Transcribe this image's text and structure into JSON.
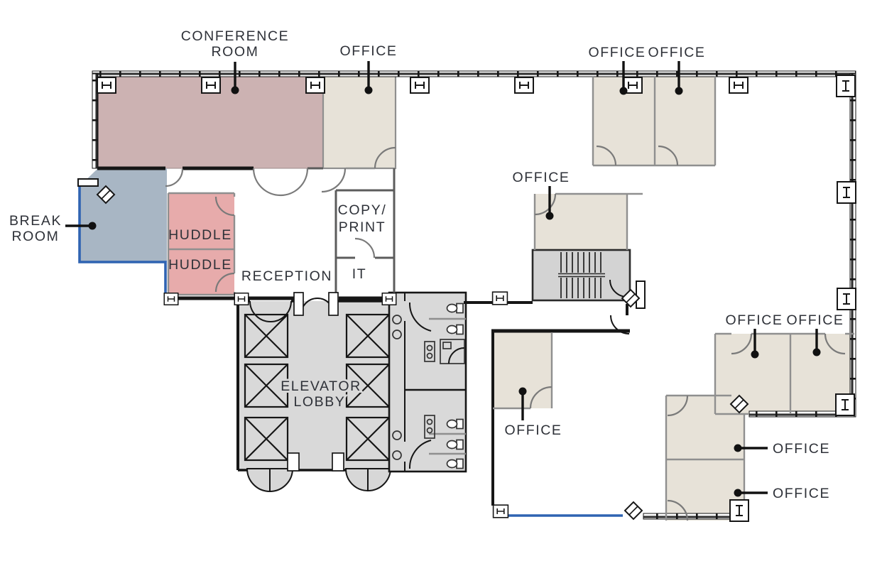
{
  "meta": {
    "title": "Office floor plan"
  },
  "colors": {
    "conference": "#ccb2b2",
    "office": "#e7e2d8",
    "break_room": "#a8b6c4",
    "huddle": "#e7abab",
    "core": "#d9d9d9",
    "shaft": "#d3d3d3",
    "accent_blue": "#2f63b2",
    "wall": "#161616",
    "label_text": "#2e3138"
  },
  "labels": {
    "conference": [
      "CONFERENCE",
      "ROOM"
    ],
    "office_top_left": "OFFICE",
    "office_top_right_a": "OFFICE",
    "office_top_right_b": "OFFICE",
    "office_middle": "OFFICE",
    "break_room": [
      "BREAK",
      "ROOM"
    ],
    "huddle_a": "HUDDLE",
    "huddle_b": "HUDDLE",
    "reception": "RECEPTION",
    "copy_print": [
      "COPY/",
      "PRINT"
    ],
    "it": "IT",
    "elevator_lobby": [
      "ELEVATOR",
      "LOBBY"
    ],
    "office_bottom_middle": "OFFICE",
    "office_bottom_right_a": "OFFICE",
    "office_bottom_right_b": "OFFICE",
    "office_stack_a": "OFFICE",
    "office_stack_b": "OFFICE"
  },
  "icons": {
    "column_h": "steel-column-h",
    "column_i": "steel-column-i",
    "corner_door": "corner-door",
    "elevator_shaft": "elevator-shaft-x",
    "stairs": "stair-flight",
    "toilet": "toilet",
    "sink": "sink",
    "floor_drain": "floor-drain-circle"
  }
}
